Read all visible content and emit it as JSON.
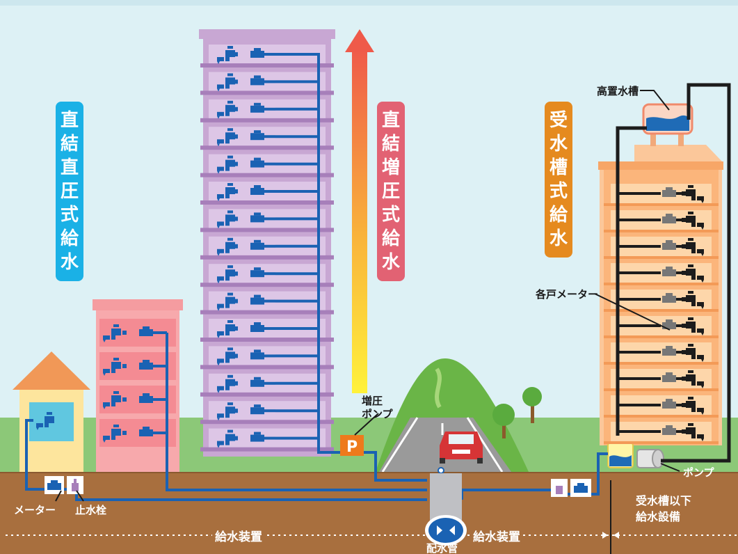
{
  "signs": {
    "direct": {
      "chars": [
        "直",
        "結",
        "直",
        "圧",
        "式",
        "給",
        "水"
      ],
      "color": "#1ab1e6"
    },
    "booster": {
      "chars": [
        "直",
        "結",
        "増",
        "圧",
        "式",
        "給",
        "水"
      ],
      "color": "#e26273"
    },
    "tank": {
      "chars": [
        "受",
        "水",
        "槽",
        "式",
        "給",
        "水"
      ],
      "color": "#e58a1f"
    }
  },
  "labels": {
    "elevated_tank": "高置水槽",
    "unit_meter": "各戸メーター",
    "booster_pump_1": "増圧",
    "booster_pump_2": "ポンプ",
    "pump": "ポンプ",
    "meter": "メーター",
    "stop_valve": "止水栓",
    "supply_device_left": "給水装置",
    "supply_device_right": "給水装置",
    "main_pipe": "配水管",
    "below_tank_1": "受水槽以下",
    "below_tank_2": "給水設備",
    "pump_badge": "P"
  },
  "colors": {
    "sky": "#ddf1f5",
    "ground": "#a86f3e",
    "pipe_blue": "#1a62b3",
    "pipe_black": "#1c1c1c",
    "pink_building": "#f59ca0",
    "purple_building": "#c8a7d3",
    "orange_building": "#fbb57b",
    "grass": "#7fc06a",
    "hill": "#6ab547"
  }
}
